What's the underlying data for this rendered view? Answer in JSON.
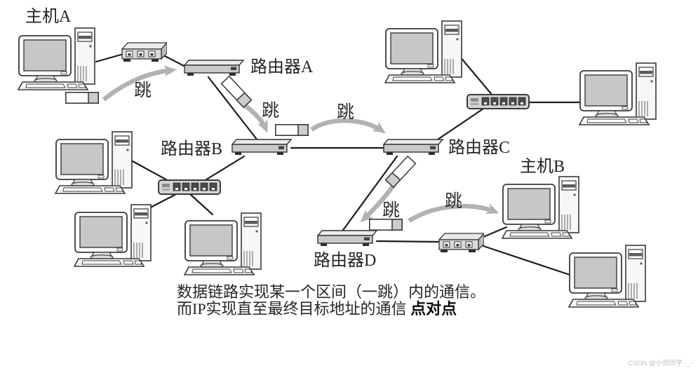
{
  "diagram": {
    "host_a_label": "主机A",
    "host_b_label": "主机B",
    "router_a_label": "路由器A",
    "router_b_label": "路由器B",
    "router_c_label": "路由器C",
    "router_d_label": "路由器D",
    "hop1": "跳",
    "hop2": "跳",
    "hop3": "跳",
    "hop4": "跳",
    "hop5": "跳"
  },
  "caption": {
    "line1": "数据链路实现某一个区间（一跳）内的通信。",
    "line2_text": "而IP实现直至最终目标地址的通信 ",
    "line2_emphasis": "点对点"
  },
  "watermark": "CSDN @小倪同学 -_-",
  "colors": {
    "hop_arrow": "#b2b2b2",
    "wire": "#1c1c1c",
    "screen_fill": "#c7c7c7",
    "device_fill": "#cccccc",
    "label_text": "#242424",
    "watermark_text": "#bfbfbf"
  }
}
